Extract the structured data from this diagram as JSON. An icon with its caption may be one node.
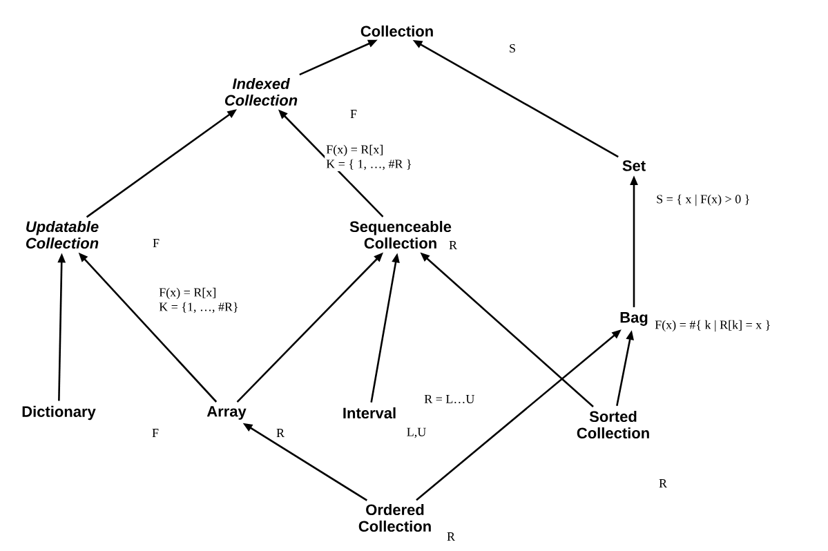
{
  "diagram": {
    "nodes": [
      {
        "text": [
          "Collection"
        ],
        "beside": [
          "S"
        ]
      },
      {
        "text": [
          "Indexed Collection"
        ],
        "beside": [
          "F"
        ]
      },
      {
        "text": [
          "Set"
        ]
      },
      {
        "text": [
          "Updatable Collection"
        ],
        "beside": [
          "F"
        ]
      },
      {
        "text": [
          "Sequenceable Collection"
        ],
        "beside": [
          "R"
        ]
      },
      {
        "text": [
          "Bag"
        ]
      },
      {
        "text": [
          "Dictionary"
        ],
        "beside": [
          "F"
        ]
      },
      {
        "text": [
          "Array"
        ],
        "beside": [
          "R"
        ]
      },
      {
        "text": [
          "Interval"
        ],
        "beside": [
          "L,U"
        ]
      },
      {
        "text": [
          "Sorted Collection"
        ],
        "beside": [
          "R"
        ]
      },
      {
        "text": [
          "Ordered Collection"
        ],
        "beside": [
          "R"
        ]
      }
    ],
    "edges": [
      {
        "from": 1,
        "to": 0,
        "arrow": "to"
      },
      {
        "from": 2,
        "to": 0,
        "arrow": "to"
      },
      {
        "from": 3,
        "to": 1,
        "arrow": "to"
      },
      {
        "from": 4,
        "to": 1,
        "arrow": "to",
        "label": "F(x) = R[x] K = { 1, …, #R }"
      },
      {
        "from": 5,
        "to": 2,
        "arrow": "to",
        "label": "S = { x | F(x) > 0 }"
      },
      {
        "from": 6,
        "to": 3,
        "arrow": "to"
      },
      {
        "from": 7,
        "to": 3,
        "arrow": "to",
        "label": "F(x) = R[x] K = {1, …, #R}"
      },
      {
        "from": 7,
        "to": 4,
        "arrow": "to"
      },
      {
        "from": 8,
        "to": 4,
        "arrow": "to",
        "label": "R = L…U"
      },
      {
        "from": 9,
        "to": 4,
        "arrow": "to"
      },
      {
        "from": 9,
        "to": 5,
        "arrow": "to",
        "label": "F(x) = #{ k | R[k] = x }"
      },
      {
        "from": 10,
        "to": 7,
        "arrow": "to"
      },
      {
        "from": 10,
        "to": 5,
        "arrow": "to"
      }
    ]
  }
}
